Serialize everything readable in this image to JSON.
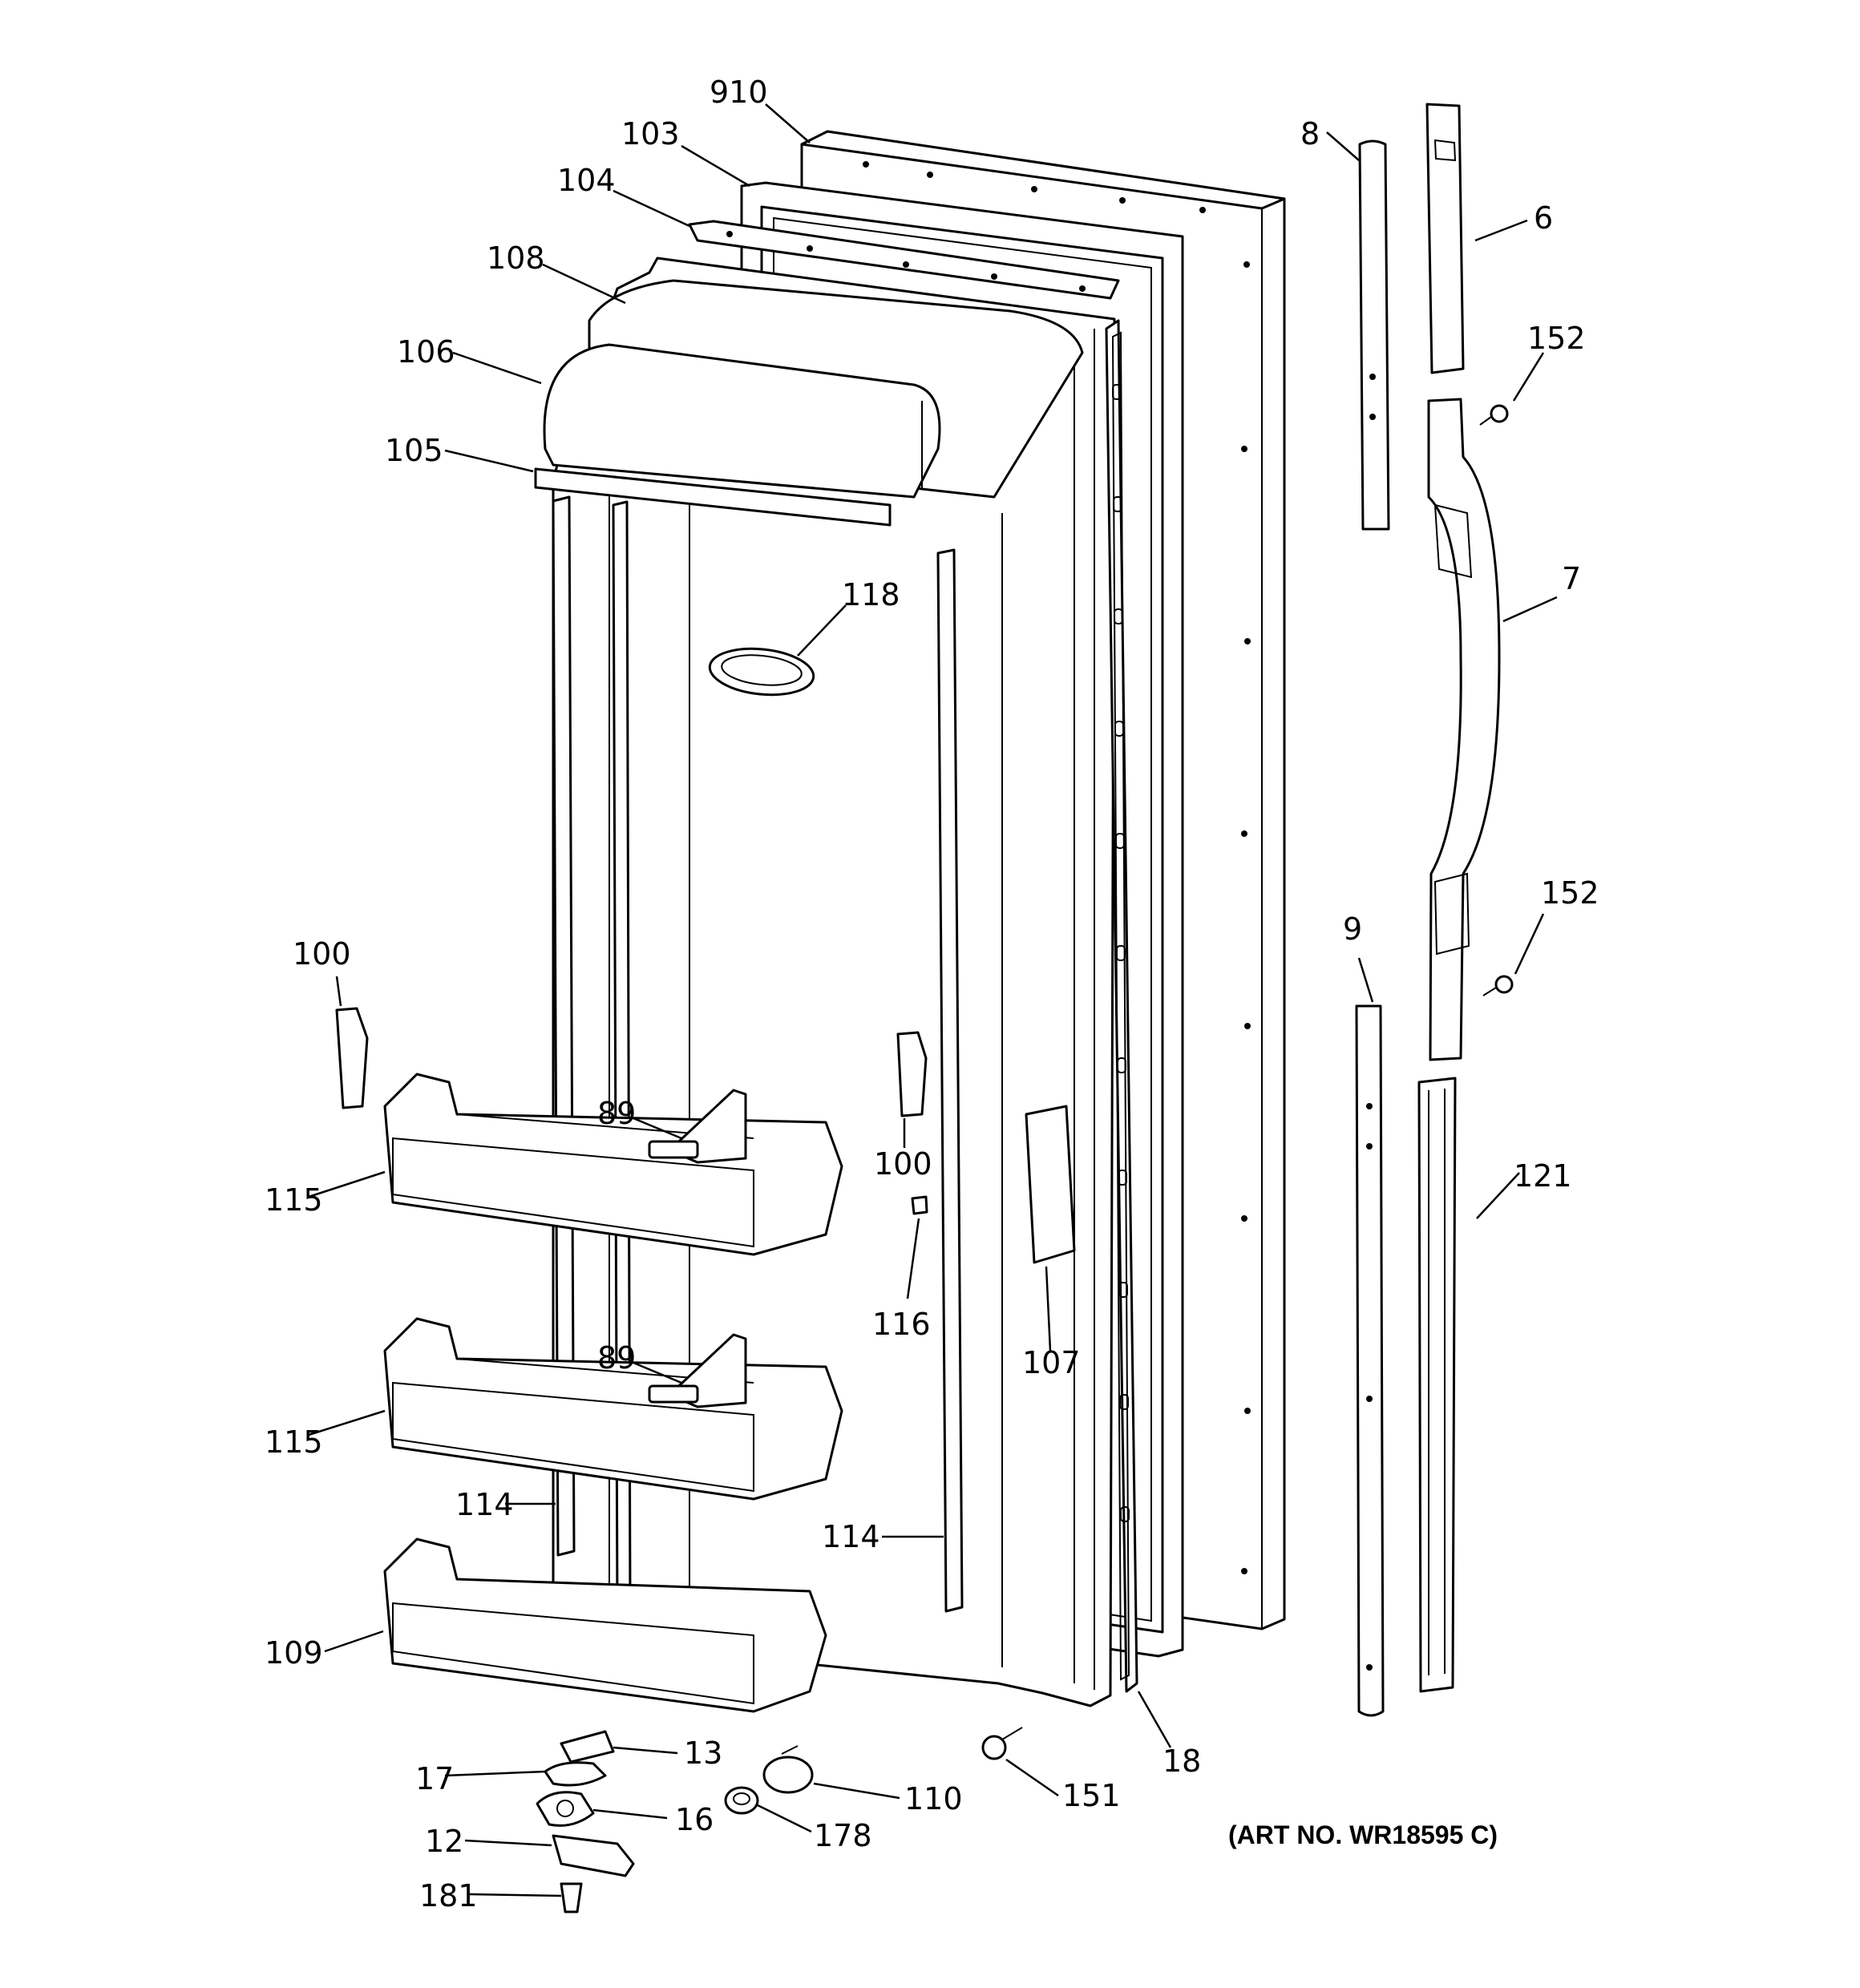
{
  "diagram": {
    "art_number": "(ART NO. WR18595 C)",
    "part_labels": [
      {
        "id": "910",
        "text": "910"
      },
      {
        "id": "103",
        "text": "103"
      },
      {
        "id": "104",
        "text": "104"
      },
      {
        "id": "108",
        "text": "108"
      },
      {
        "id": "106",
        "text": "106"
      },
      {
        "id": "105",
        "text": "105"
      },
      {
        "id": "118",
        "text": "118"
      },
      {
        "id": "100a",
        "text": "100"
      },
      {
        "id": "100b",
        "text": "100"
      },
      {
        "id": "89a",
        "text": "89"
      },
      {
        "id": "89b",
        "text": "89"
      },
      {
        "id": "115a",
        "text": "115"
      },
      {
        "id": "115b",
        "text": "115"
      },
      {
        "id": "116",
        "text": "116"
      },
      {
        "id": "107",
        "text": "107"
      },
      {
        "id": "114a",
        "text": "114"
      },
      {
        "id": "114b",
        "text": "114"
      },
      {
        "id": "109",
        "text": "109"
      },
      {
        "id": "13",
        "text": "13"
      },
      {
        "id": "17",
        "text": "17"
      },
      {
        "id": "16",
        "text": "16"
      },
      {
        "id": "12",
        "text": "12"
      },
      {
        "id": "181",
        "text": "181"
      },
      {
        "id": "110",
        "text": "110"
      },
      {
        "id": "178",
        "text": "178"
      },
      {
        "id": "151",
        "text": "151"
      },
      {
        "id": "18",
        "text": "18"
      },
      {
        "id": "8",
        "text": "8"
      },
      {
        "id": "6",
        "text": "6"
      },
      {
        "id": "152a",
        "text": "152"
      },
      {
        "id": "7",
        "text": "7"
      },
      {
        "id": "152b",
        "text": "152"
      },
      {
        "id": "9",
        "text": "9"
      },
      {
        "id": "121",
        "text": "121"
      }
    ]
  }
}
